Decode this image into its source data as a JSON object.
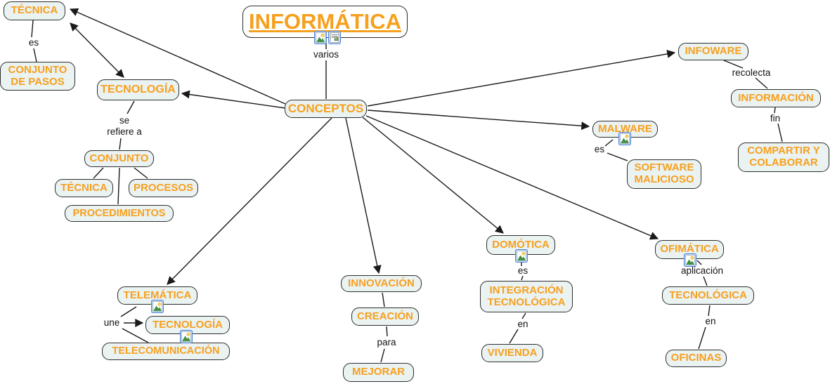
{
  "map": {
    "title": "INFORMÁTICA",
    "nodes": {
      "informatica": "INFORMÁTICA",
      "conceptos": "CONCEPTOS",
      "tecnica_top": "TÉCNICA",
      "conjunto_de_pasos": "CONJUNTO DE PASOS",
      "tecnologia_top": "TECNOLOGÍA",
      "conjunto": "CONJUNTO",
      "tecnica_2": "TÉCNICA",
      "procesos": "PROCESOS",
      "procedimientos": "PROCEDIMIENTOS",
      "infoware": "INFOWARE",
      "informacion": "INFORMACIÓN",
      "compartir_y_colaborar": "COMPARTIR Y COLABORAR",
      "malware": "MALWARE",
      "software_malicioso": "SOFTWARE MALICIOSO",
      "domotica": "DOMÓTICA",
      "integracion_tecnologica": "INTEGRACIÓN TECNOLÓGICA",
      "vivienda": "VIVIENDA",
      "ofimatica": "OFIMÁTICA",
      "tecnologica": "TECNOLÓGICA",
      "oficinas": "OFICINAS",
      "telematica": "TELEMÁTICA",
      "tecnologia_2": "TECNOLOGÍA",
      "telecomunicacion": "TELECOMUNICACIÓN",
      "innovacion": "INNOVACIÓN",
      "creacion": "CREACIÓN",
      "mejorar": "MEJORAR"
    },
    "link_labels": {
      "es_tecnica": "es",
      "varios": "varios",
      "se_refiere_a": "se\nrefiere a",
      "recolecta": "recolecta",
      "fin": "fin",
      "es_malware": "es",
      "es_domotica": "es",
      "en_domotica": "en",
      "aplicacion": "aplicación",
      "en_ofimatica": "en",
      "une": "une",
      "para": "para"
    },
    "icons": {
      "image_icon": "picture resource link",
      "document_image_icon": "document resource link"
    },
    "colors": {
      "node_text": "#F6A01E",
      "node_fill": "#EAF2F2",
      "node_border": "#2E2E2E",
      "edge": "#1A1A1A",
      "title_fill": "#FFFFFF",
      "icon_border": "#4A7FD1"
    }
  }
}
